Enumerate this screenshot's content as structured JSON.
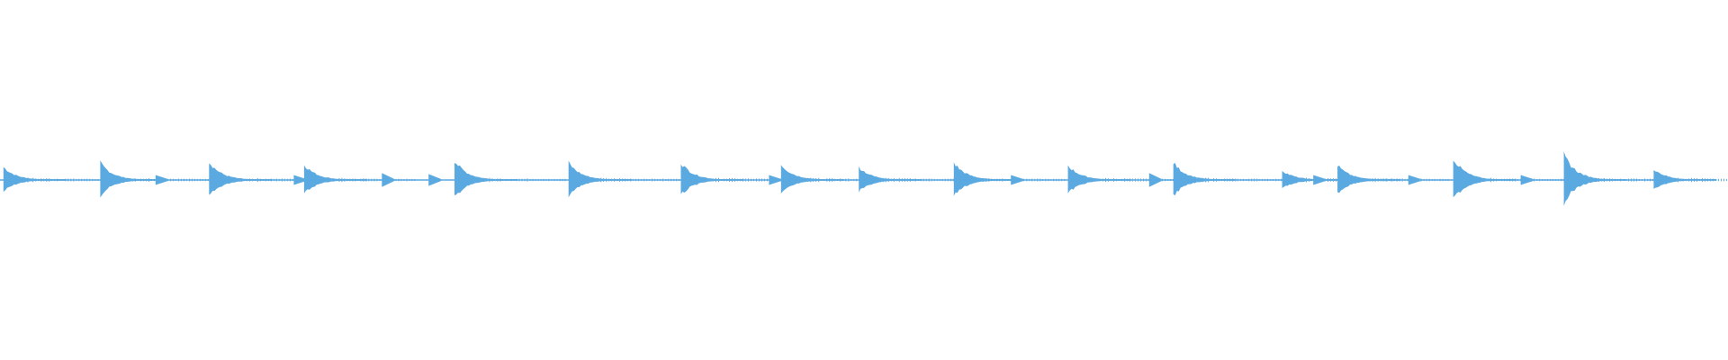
{
  "waveform": {
    "color": "#5aa9e0",
    "background": "#ffffff",
    "onset_fractions": [
      0.002,
      0.058,
      0.121,
      0.176,
      0.263,
      0.329,
      0.394,
      0.452,
      0.497,
      0.552,
      0.618,
      0.679,
      0.742,
      0.774,
      0.841,
      0.905,
      0.957
    ],
    "onset_peak_levels": [
      0.3,
      0.4,
      0.42,
      0.36,
      0.45,
      0.4,
      0.4,
      0.36,
      0.3,
      0.4,
      0.34,
      0.4,
      0.22,
      0.34,
      0.5,
      0.58,
      0.26
    ],
    "secondary_blip_fractions": [
      0.09,
      0.17,
      0.221,
      0.248,
      0.445,
      0.585,
      0.665,
      0.76,
      0.815,
      0.88
    ],
    "secondary_blip_levels": [
      0.1,
      0.1,
      0.14,
      0.12,
      0.1,
      0.1,
      0.14,
      0.1,
      0.1,
      0.1
    ],
    "end_fraction": 0.975
  }
}
